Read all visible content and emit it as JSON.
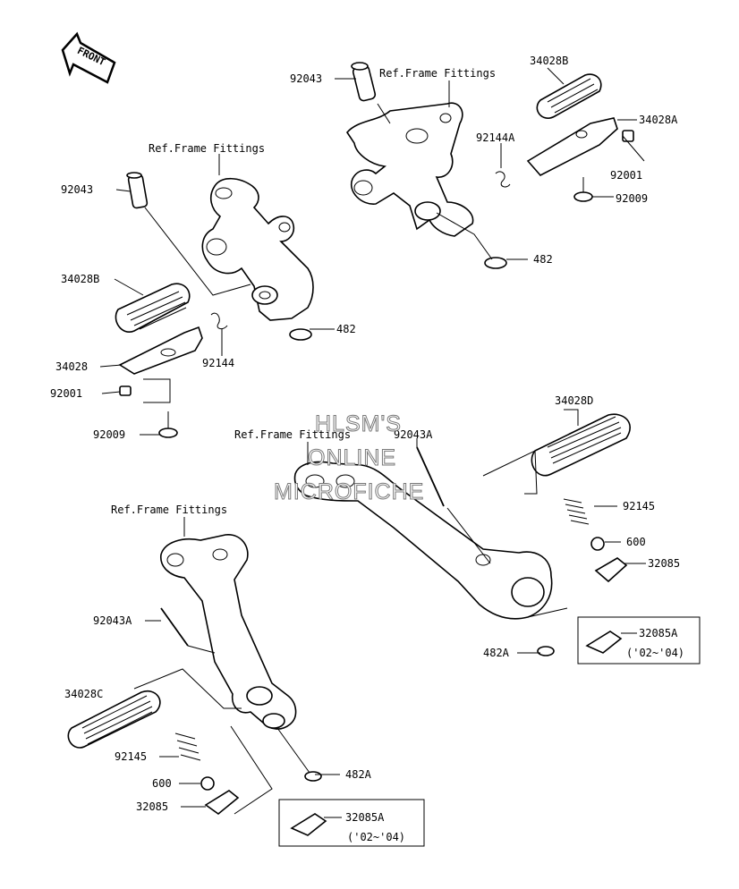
{
  "watermark": [
    "HLSM'S",
    "ONLINE",
    "MICROFICHE"
  ],
  "front_arrow": "FRONT",
  "ref_labels": [
    "Ref.Frame Fittings",
    "Ref.Frame Fittings",
    "Ref.Frame Fittings",
    "Ref.Frame Fittings"
  ],
  "parts": {
    "p92043_a": "92043",
    "p92043_b": "92043",
    "p34028B_a": "34028B",
    "p34028A": "34028A",
    "p92144A": "92144A",
    "p92001_a": "92001",
    "p92009_a": "92009",
    "p482_a": "482",
    "p34028B_b": "34028B",
    "p482_b": "482",
    "p92144": "92144",
    "p34028": "34028",
    "p92001_b": "92001",
    "p92009_b": "92009",
    "p92043A_a": "92043A",
    "p34028D": "34028D",
    "p92145_a": "92145",
    "p600_a": "600",
    "p32085_a": "32085",
    "p32085A_a": "32085A",
    "note_a": "('02~'04)",
    "p482A_a": "482A",
    "p92043A_b": "92043A",
    "p34028C": "34028C",
    "p92145_b": "92145",
    "p600_b": "600",
    "p32085_b": "32085",
    "p482A_b": "482A",
    "p32085A_b": "32085A",
    "note_b": "('02~'04)"
  }
}
